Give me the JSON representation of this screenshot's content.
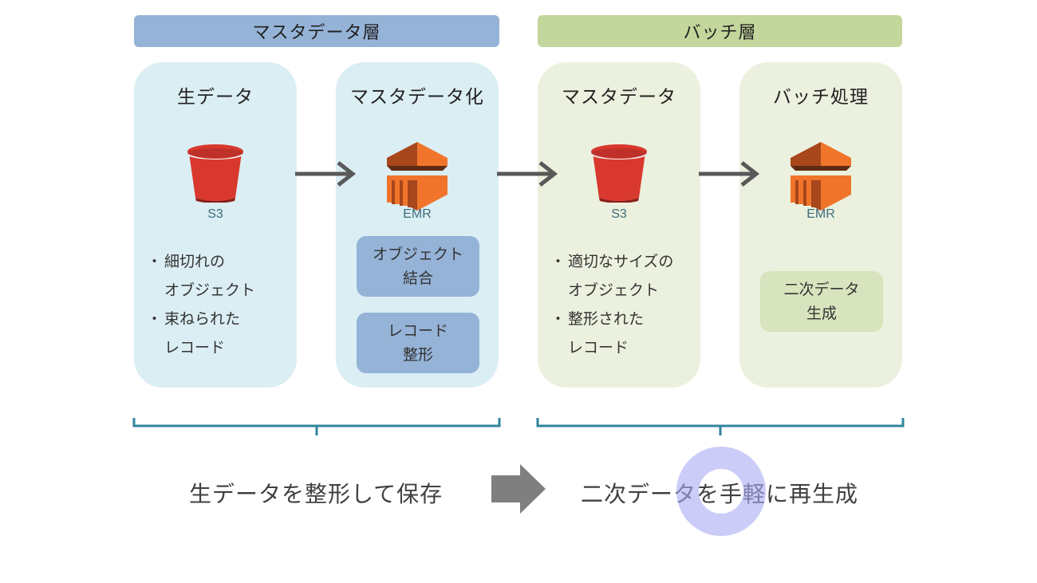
{
  "layers": {
    "master": {
      "label": "マスタデータ層",
      "color": "#95b3d7"
    },
    "batch": {
      "label": "バッチ層",
      "color": "#c3d69b"
    }
  },
  "panels": [
    {
      "title": "生データ",
      "icon": "s3-bucket-icon",
      "icon_label": "S3",
      "bullets": [
        {
          "dot": "・",
          "lines": [
            "細切れの",
            "オブジェクト"
          ]
        },
        {
          "dot": "・",
          "lines": [
            "束ねられた",
            "レコード"
          ]
        }
      ]
    },
    {
      "title": "マスタデータ化",
      "icon": "emr-icon",
      "icon_label": "EMR",
      "boxes": [
        {
          "lines": [
            "オブジェクト",
            "結合"
          ]
        },
        {
          "lines": [
            "レコード",
            "整形"
          ]
        }
      ]
    },
    {
      "title": "マスタデータ",
      "icon": "s3-bucket-icon",
      "icon_label": "S3",
      "bullets": [
        {
          "dot": "・",
          "lines": [
            "適切なサイズの",
            "オブジェクト"
          ]
        },
        {
          "dot": "・",
          "lines": [
            "整形された",
            "レコード"
          ]
        }
      ]
    },
    {
      "title": "バッチ処理",
      "icon": "emr-icon",
      "icon_label": "EMR",
      "boxes": [
        {
          "lines": [
            "二次データ",
            "生成"
          ]
        }
      ]
    }
  ],
  "summary": {
    "left": "生データを整形して保存",
    "right": "二次データを手軽に再生成"
  },
  "colors": {
    "panel_blue": "#dbeef4",
    "panel_green": "#ebf1de",
    "s3_red": "#d9382e",
    "emr_orange": "#f0752b",
    "brace_teal": "#31859c",
    "arrow_gray": "#595959"
  }
}
